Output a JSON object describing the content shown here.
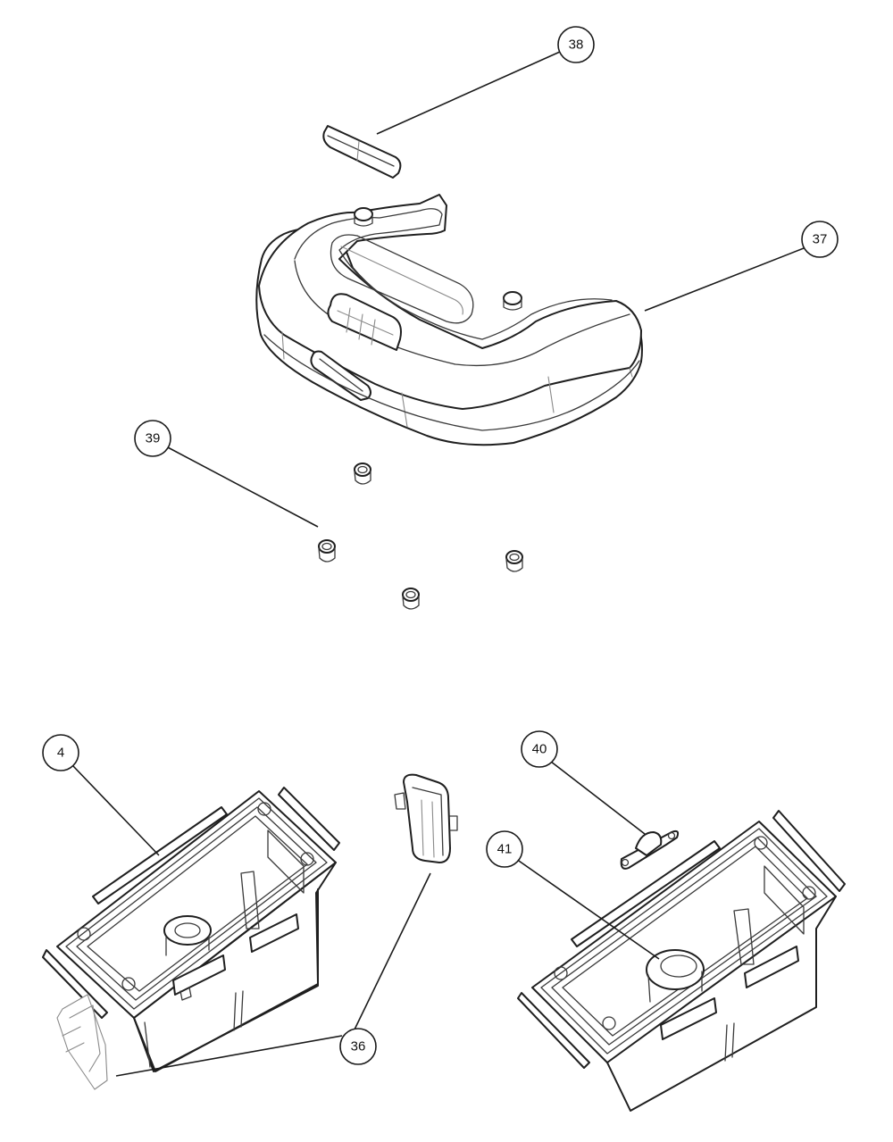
{
  "callouts": [
    {
      "id": "38",
      "label": "38"
    },
    {
      "id": "37",
      "label": "37"
    },
    {
      "id": "39",
      "label": "39"
    },
    {
      "id": "4",
      "label": "4"
    },
    {
      "id": "40",
      "label": "40"
    },
    {
      "id": "41",
      "label": "41"
    },
    {
      "id": "36",
      "label": "36"
    }
  ],
  "colors": {
    "line": "#1f1f1f",
    "background": "#ffffff"
  }
}
